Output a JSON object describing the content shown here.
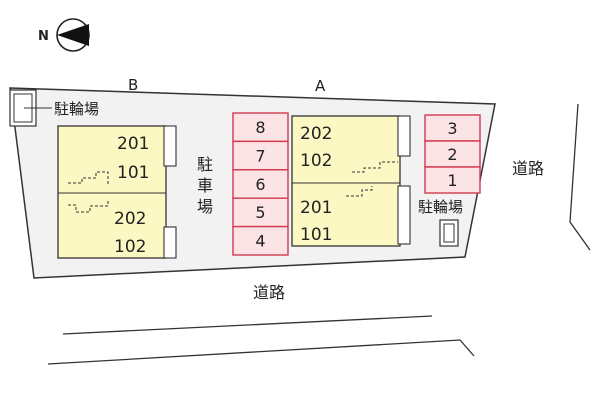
{
  "compass": {
    "north_label": "N"
  },
  "buildings": {
    "b_label": "B",
    "a_label": "A",
    "b_units": [
      "201",
      "101",
      "202",
      "102"
    ],
    "a_units": [
      "202",
      "102",
      "201",
      "101"
    ]
  },
  "labels": {
    "bicycle_parking_left": "駐輪場",
    "bicycle_parking_right": "駐輪場",
    "parking_chars": [
      "駐",
      "車",
      "場"
    ],
    "road_right": "道路",
    "road_bottom": "道路"
  },
  "parking_center": [
    "8",
    "7",
    "6",
    "5",
    "4"
  ],
  "parking_right": [
    "3",
    "2",
    "1"
  ],
  "colors": {
    "building_fill": "#fbf8c4",
    "parking_fill": "#fbe3e6",
    "parking_stroke": "#d2394f",
    "site_fill": "#f2f2f2"
  }
}
